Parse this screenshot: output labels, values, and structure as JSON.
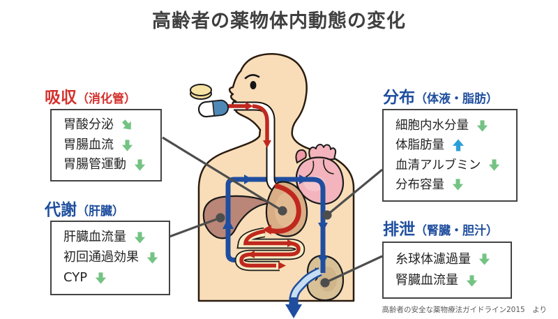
{
  "title": "高齢者の薬物体内動態の変化",
  "source_caption": "高齢者の安全な薬物療法ガイドライン2015　より",
  "colors": {
    "heading_red": "#d3312c",
    "heading_blue": "#1f4e9e",
    "decrease_arrow_green": "#74c383",
    "increase_arrow_blue": "#2d9fd8",
    "blood_circulation_blue": "#1f4ea0",
    "drug_path_red": "#c0281e",
    "skin": "#f8ddb8",
    "box_border": "#434343"
  },
  "sections": {
    "absorption": {
      "label": "吸収",
      "sublabel": "（消化管）",
      "items": [
        {
          "text": "胃酸分泌",
          "change": "down"
        },
        {
          "text": "胃腸血流",
          "change": "down"
        },
        {
          "text": "胃腸管運動",
          "change": "down"
        }
      ]
    },
    "distribution": {
      "label": "分布",
      "sublabel": "（体液・脂肪）",
      "items": [
        {
          "text": "細胞内水分量",
          "change": "down"
        },
        {
          "text": "体脂肪量",
          "change": "up"
        },
        {
          "text": "血清アルブミン",
          "change": "down"
        },
        {
          "text": "分布容量",
          "change": "down"
        }
      ]
    },
    "metabolism": {
      "label": "代謝",
      "sublabel": "（肝臓）",
      "items": [
        {
          "text": "肝臓血流量",
          "change": "down"
        },
        {
          "text": "初回通過効果",
          "change": "down"
        },
        {
          "text": "CYP",
          "change": "down"
        }
      ]
    },
    "excretion": {
      "label": "排泄",
      "sublabel": "（腎臓・胆汁）",
      "items": [
        {
          "text": "糸球体濾過量",
          "change": "down"
        },
        {
          "text": "腎臓血流量",
          "change": "down"
        }
      ]
    }
  }
}
